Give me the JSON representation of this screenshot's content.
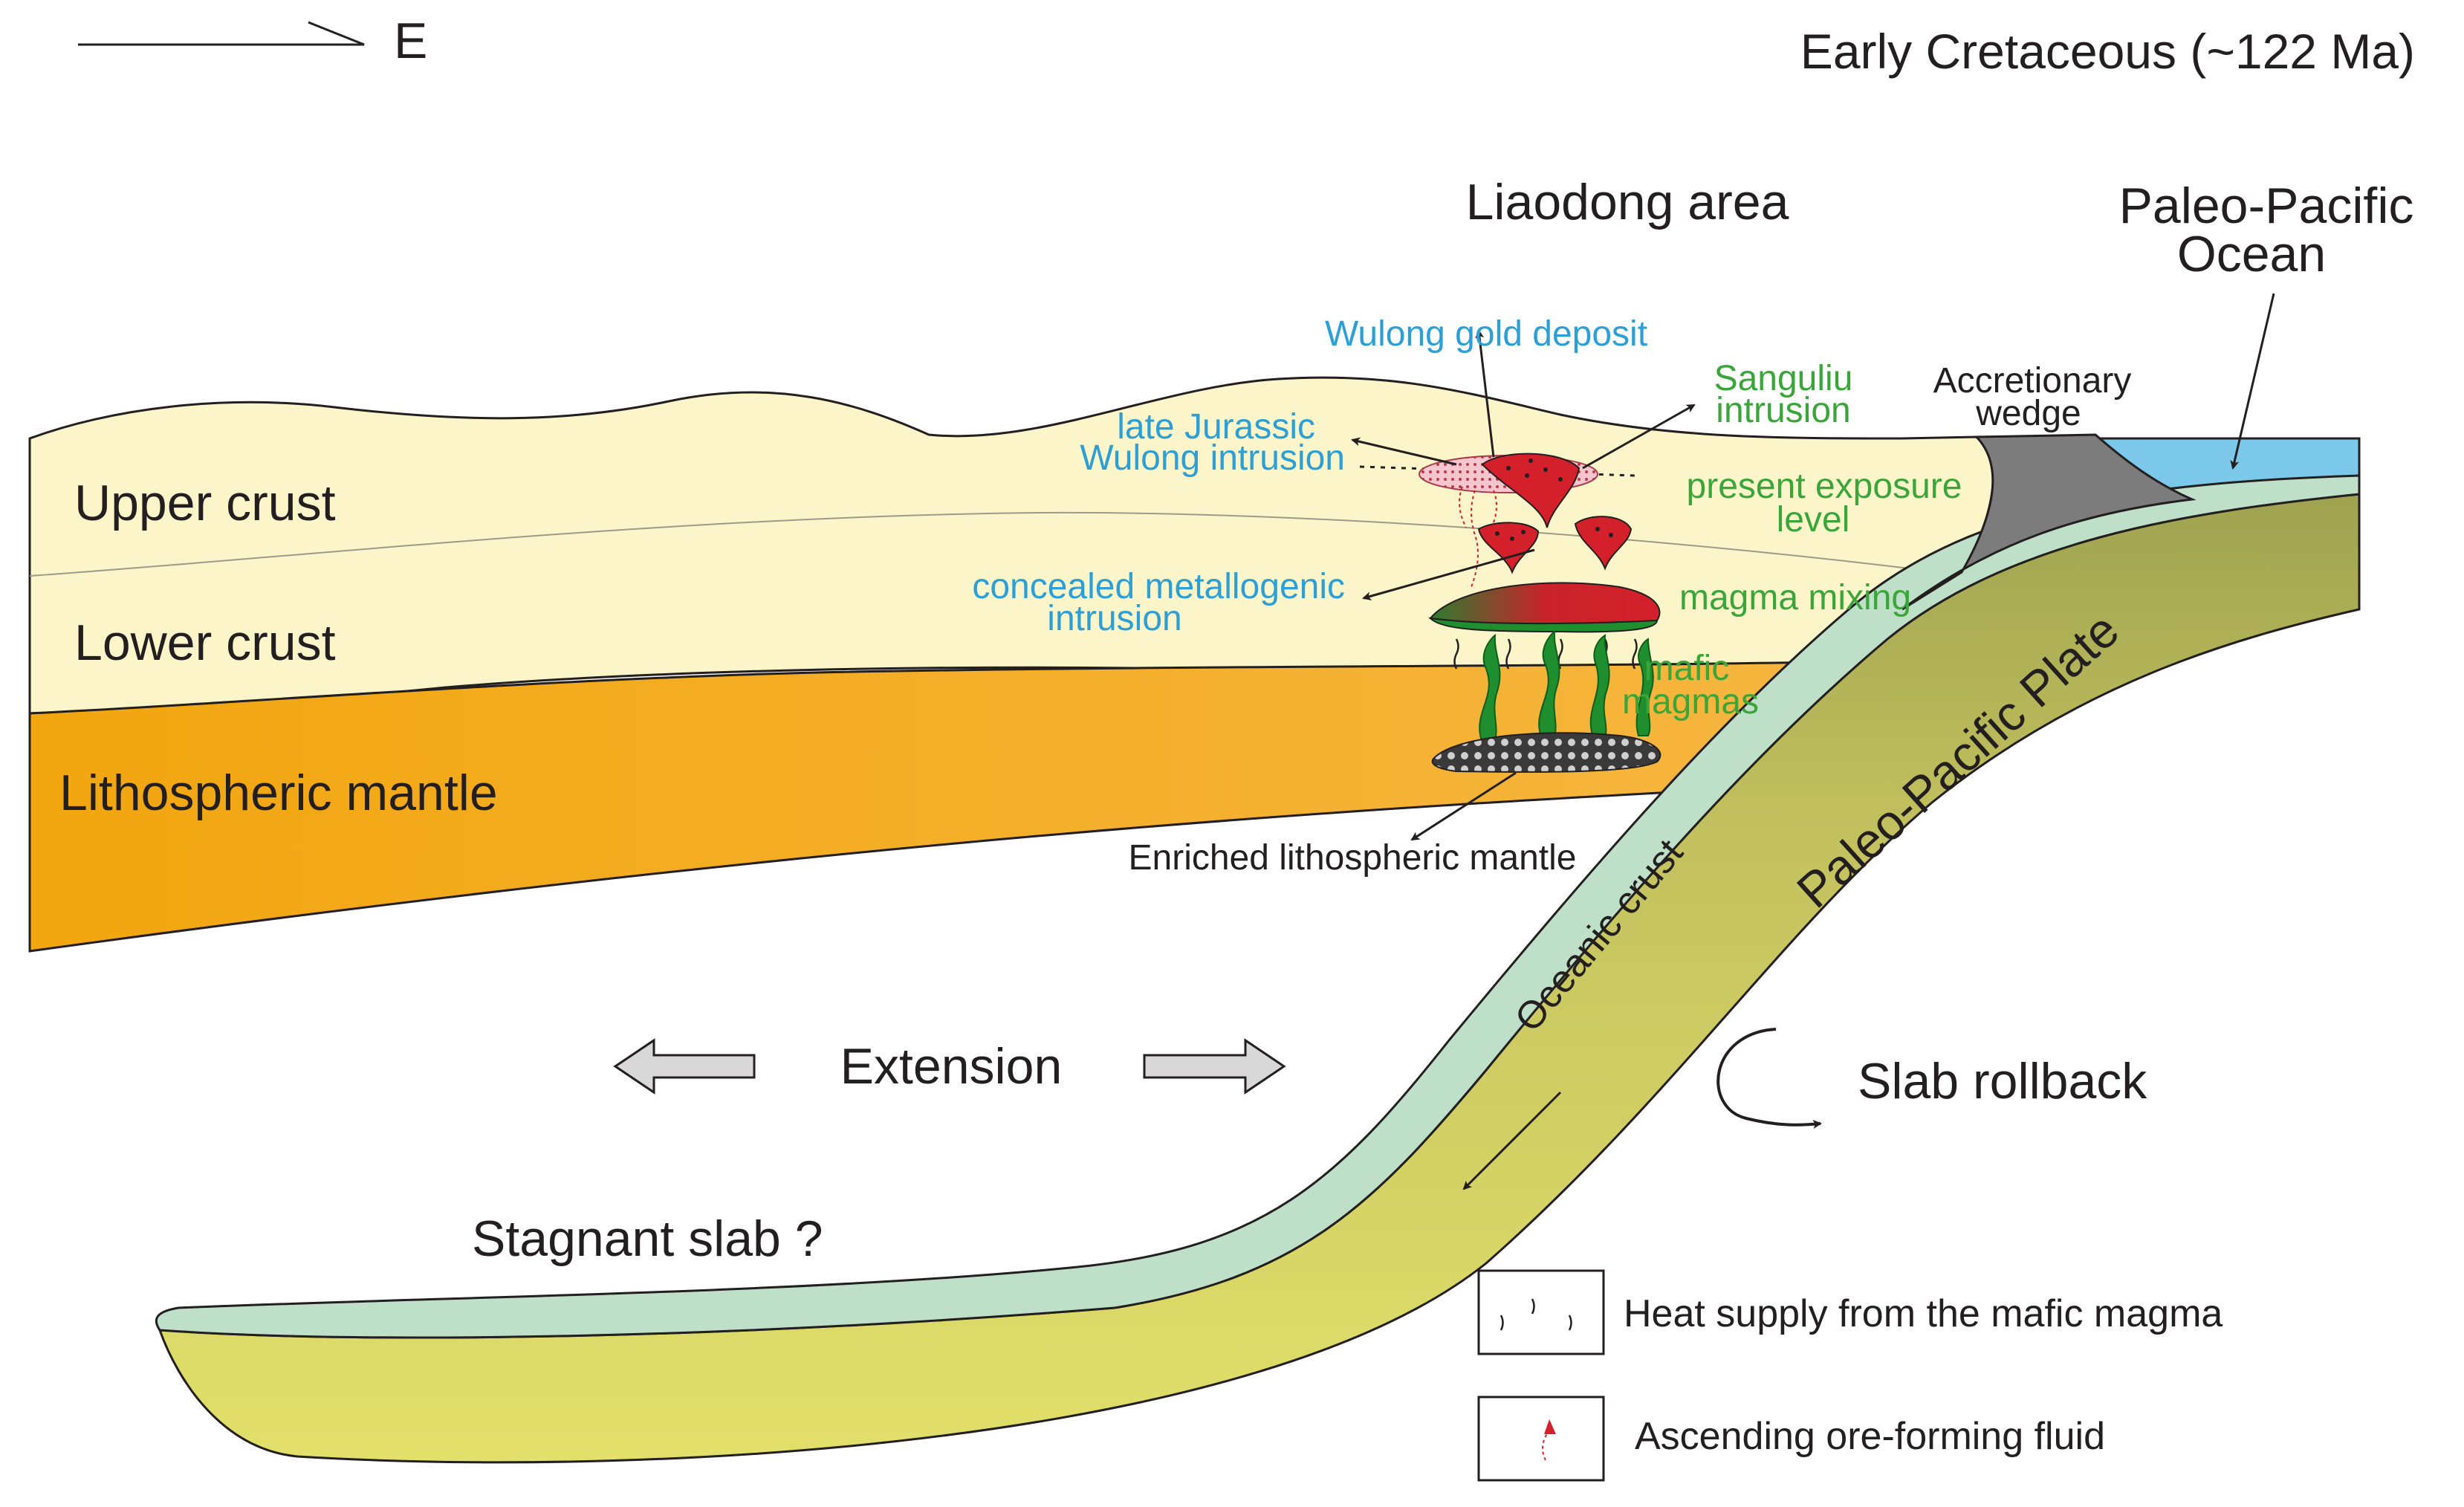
{
  "direction": {
    "label": "E"
  },
  "title": "Early Cretaceous  (~122 Ma)",
  "region": "Liaodong area",
  "ocean": {
    "line1": "Paleo-Pacific",
    "line2": "Ocean"
  },
  "layers": {
    "upper_crust": "Upper crust",
    "lower_crust": "Lower crust",
    "lithospheric_mantle": "Lithospheric mantle"
  },
  "annotations": {
    "wulong_gold": "Wulong gold deposit",
    "late_jurassic_1": "late Jurassic",
    "late_jurassic_2": "Wulong intrusion",
    "sanguliu_1": "Sanguliu",
    "sanguliu_2": "intrusion",
    "accretionary_1": "Accretionary",
    "accretionary_2": "wedge",
    "exposure_1": "present exposure",
    "exposure_2": "level",
    "concealed_1": "concealed metallogenic",
    "concealed_2": "intrusion",
    "magma_mixing": "magma mixing",
    "mafic_1": "mafic",
    "mafic_2": "magmas",
    "enriched": "Enriched lithospheric mantle",
    "oceanic_crust": "Oceanic crust",
    "plate": "Paleo-Pacific Plate",
    "extension": "Extension",
    "slab_rollback": "Slab rollback",
    "stagnant_slab": "Stagnant slab ?"
  },
  "legend": [
    {
      "icon": "heat-squiggle-icon",
      "label": "Heat supply from the mafic magma"
    },
    {
      "icon": "fluid-arrow-icon",
      "label": "Ascending ore-forming fluid"
    }
  ],
  "colors": {
    "upper_crust": "#fbf5c9",
    "lithospheric_mantle": "#f0a414",
    "oceanic_crust": "#bfe0c8",
    "plate": "#c9c760",
    "ocean": "#7cc8ea",
    "wedge": "#7c7c7c",
    "intrusion_red": "#d4202a",
    "mafic_green": "#1f8e2e"
  }
}
